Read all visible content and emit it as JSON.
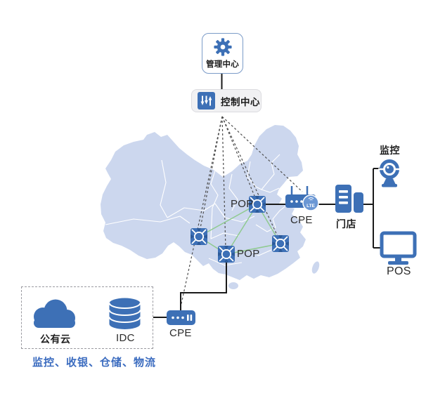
{
  "management_center": {
    "label": "管理中心",
    "icon": "gear-icon"
  },
  "control_center": {
    "label": "控制中心",
    "icon": "sliders-icon"
  },
  "map": {
    "region": "中国",
    "icon": "china-map"
  },
  "pop_nodes": [
    {
      "id": "pop-north",
      "label": "POP"
    },
    {
      "id": "pop-west",
      "label": ""
    },
    {
      "id": "pop-south",
      "label": "POP"
    },
    {
      "id": "pop-east",
      "label": ""
    }
  ],
  "store_branch": {
    "cpe_label": "CPE",
    "lte_badge": "LTE",
    "store_label": "门店",
    "monitor_label": "监控",
    "pos_label": "POS",
    "icons": [
      "router-icon",
      "lte-badge",
      "storefront-icon",
      "camera-icon",
      "pos-monitor-icon"
    ]
  },
  "dc_branch": {
    "cloud_label": "公有云",
    "idc_label": "IDC",
    "cpe_label": "CPE",
    "services_label": "监控、收银、仓储、物流",
    "icons": [
      "cloud-icon",
      "idc-database-icon",
      "cpe-device-icon"
    ]
  },
  "edges": {
    "control_dashed_targets": [
      "pop-north",
      "pop-west",
      "pop-south",
      "pop-east",
      "store-cpe",
      "dc-cpe"
    ],
    "mesh_links": [
      [
        "pop-north",
        "pop-west"
      ],
      [
        "pop-north",
        "pop-south"
      ],
      [
        "pop-north",
        "pop-east"
      ],
      [
        "pop-west",
        "pop-south"
      ],
      [
        "pop-south",
        "pop-east"
      ]
    ],
    "solid_links": [
      [
        "management-center",
        "control-center"
      ],
      [
        "pop-north",
        "store-cpe"
      ],
      [
        "store-cpe",
        "store"
      ],
      [
        "store",
        "camera"
      ],
      [
        "store",
        "pos"
      ],
      [
        "pop-south",
        "dc-cpe"
      ],
      [
        "dc-box",
        "dc-cpe"
      ]
    ]
  },
  "colors": {
    "primary_blue": "#3d70b6",
    "badge_blue": "#6b97d4",
    "map_fill": "#ccd7ee",
    "mesh_green": "#8fca8f",
    "solid_line": "#1a1a1a",
    "dashed_line": "#4d4d4d",
    "services_text": "#3a6bbf"
  }
}
